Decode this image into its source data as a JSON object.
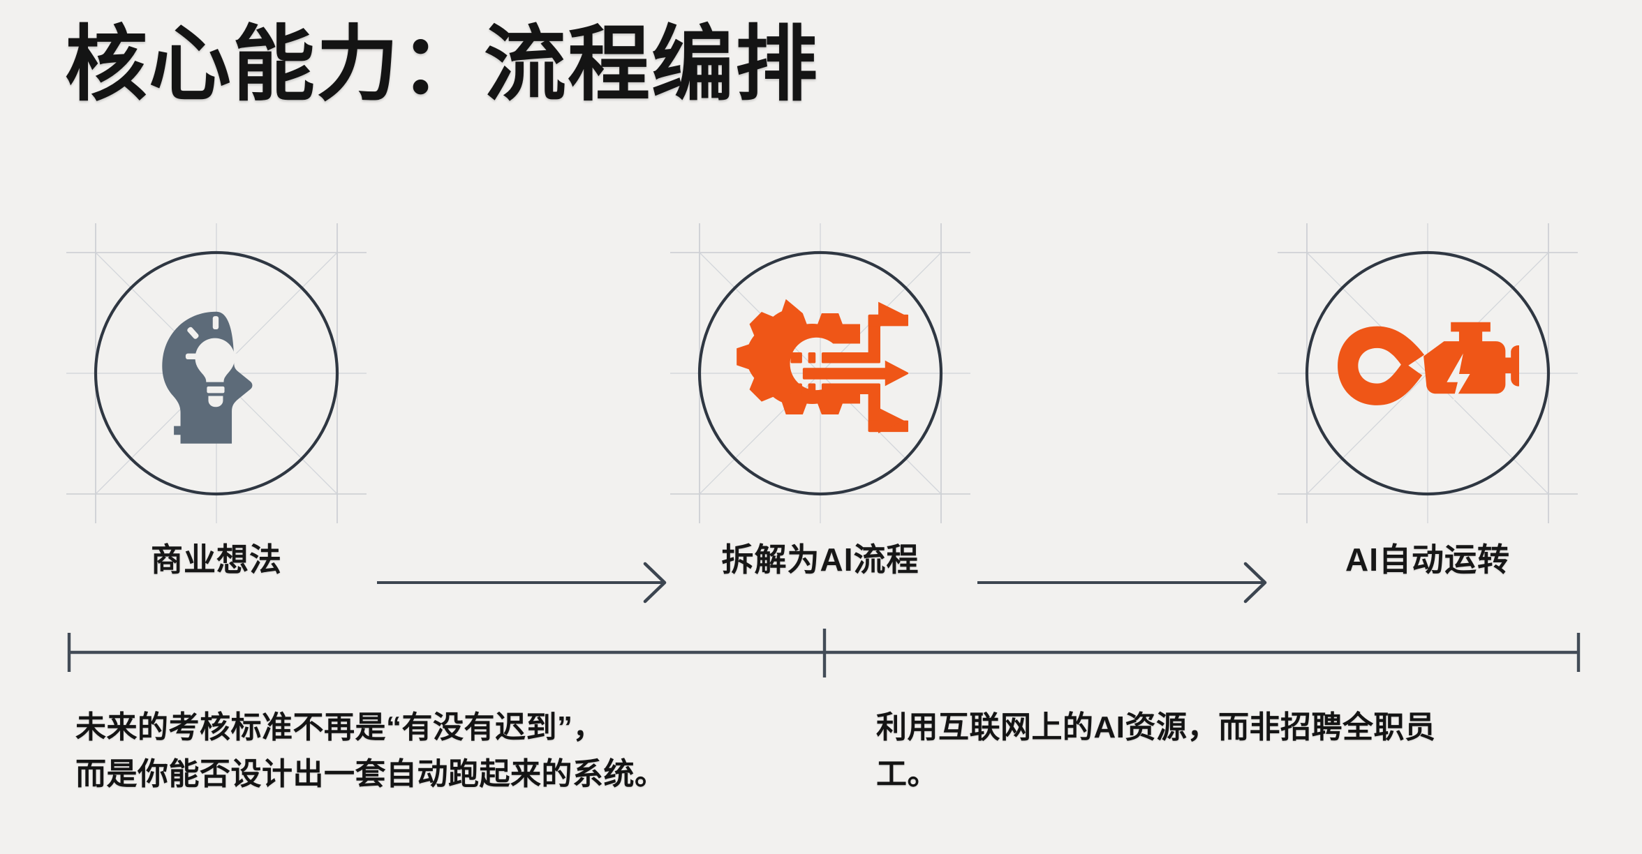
{
  "slide": {
    "background_color": "#f2f1ef",
    "title": "核心能力：流程编排"
  },
  "theme": {
    "accent_orange": "#ef5617",
    "icon_slate": "#5d6b79",
    "line_dark": "#343c46",
    "grid_line": "#c9ccd1",
    "text_black": "#141414"
  },
  "flow": {
    "steps": [
      {
        "id": "idea",
        "label": "商业想法",
        "icon": "head-lightbulb-icon",
        "icon_color": "#5d6b79"
      },
      {
        "id": "decompose",
        "label": "拆解为AI流程",
        "icon": "gear-branching-arrows-icon",
        "icon_color": "#ef5617"
      },
      {
        "id": "autorun",
        "label": "AI自动运转",
        "icon": "infinity-engine-bolt-icon",
        "icon_color": "#ef5617"
      }
    ],
    "connectors": [
      {
        "id": "arrow-1",
        "icon": "arrow-right-icon"
      },
      {
        "id": "arrow-2",
        "icon": "arrow-right-icon"
      }
    ]
  },
  "divider": {
    "icon": "bracket-rule-icon",
    "ticks": [
      "left-end-tick",
      "center-cross-tick",
      "right-end-tick"
    ]
  },
  "captions": {
    "left": {
      "line1": "未来的考核标准不再是“有没有迟到”，",
      "line2": "而是你能否设计出一套自动跑起来的系统。"
    },
    "right": {
      "line1": "利用互联网上的AI资源，而非招聘全职员",
      "line2": "工。"
    }
  }
}
